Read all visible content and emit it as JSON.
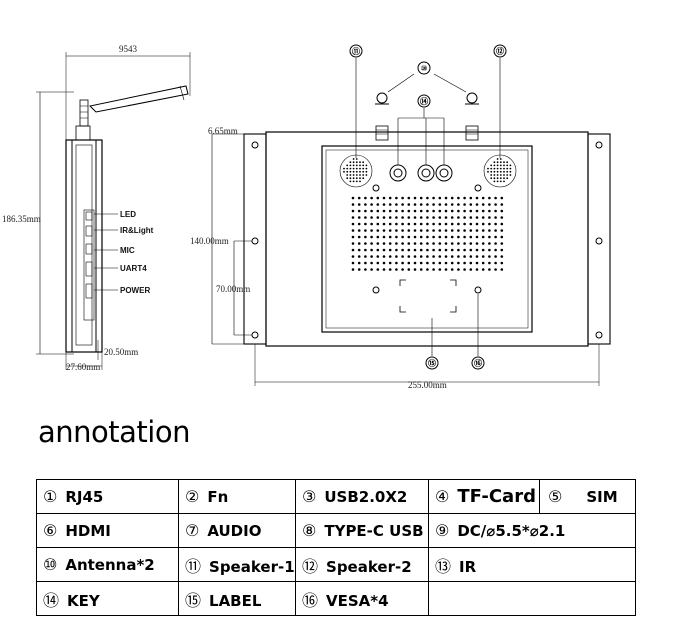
{
  "dimensions": {
    "top_width": "9543",
    "left_height": "186.35mm",
    "offset": "6.65mm",
    "height_140": "140.00mm",
    "height_70": "70.00mm",
    "thick_20": "20.50mm",
    "thick_27": "27.60mm",
    "width_255": "255.00mm"
  },
  "side_labels": [
    "LED",
    "IR&Light",
    "MIC",
    "UART4",
    "POWER"
  ],
  "callouts": [
    "⑪",
    "⑫",
    "⑩",
    "⑭",
    "⑮",
    "⑯"
  ],
  "annotation": {
    "title": "annotation",
    "rows": [
      [
        {
          "num": "①",
          "label": "RJ45"
        },
        {
          "num": "②",
          "label": "Fn"
        },
        {
          "num": "③",
          "label": "USB2.0X2"
        },
        {
          "num": "④",
          "label": "TF-Card",
          "num2": "⑤",
          "label2": "SIM"
        }
      ],
      [
        {
          "num": "⑥",
          "label": "HDMI"
        },
        {
          "num": "⑦",
          "label": "AUDIO"
        },
        {
          "num": "⑧",
          "label": "TYPE-C USB"
        },
        {
          "num": "⑨",
          "label": "DC/⌀5.5*⌀2.1"
        }
      ],
      [
        {
          "num": "⑩",
          "label": "Antenna*2"
        },
        {
          "num": "⑪",
          "label": "Speaker-1"
        },
        {
          "num": "⑫",
          "label": "Speaker-2"
        },
        {
          "num": "⑬",
          "label": "IR"
        }
      ],
      [
        {
          "num": "⑭",
          "label": "KEY"
        },
        {
          "num": "⑮",
          "label": "LABEL"
        },
        {
          "num": "⑯",
          "label": "VESA*4"
        },
        {
          "num": "",
          "label": ""
        }
      ]
    ]
  }
}
